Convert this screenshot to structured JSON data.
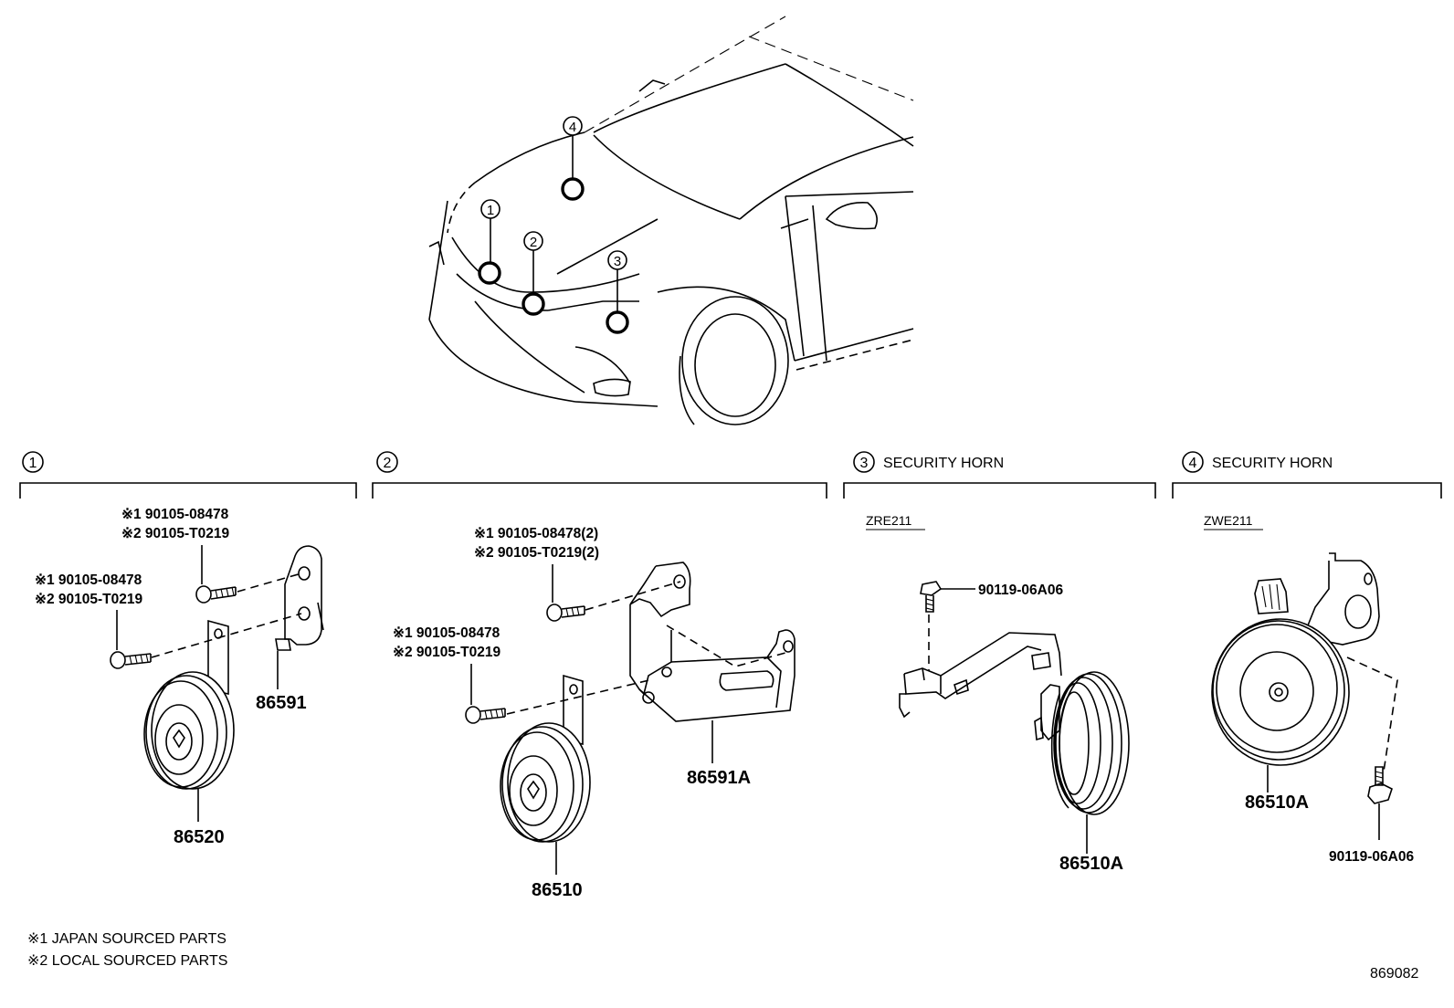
{
  "diagram": {
    "overview_markers": [
      "1",
      "2",
      "3",
      "4"
    ],
    "sections": [
      {
        "id": "1",
        "title": "",
        "model": "",
        "parts": [
          "86520",
          "86591"
        ],
        "bolts": [
          {
            "line1": "※1 90105-08478",
            "line2": "※2 90105-T0219"
          },
          {
            "line1": "※1 90105-08478",
            "line2": "※2 90105-T0219"
          }
        ]
      },
      {
        "id": "2",
        "title": "",
        "model": "",
        "parts": [
          "86510",
          "86591A"
        ],
        "bolts": [
          {
            "line1": "※1 90105-08478(2)",
            "line2": "※2 90105-T0219(2)"
          },
          {
            "line1": "※1 90105-08478",
            "line2": "※2 90105-T0219"
          }
        ]
      },
      {
        "id": "3",
        "title": "SECURITY HORN",
        "model": "ZRE211",
        "parts": [
          "86510A"
        ],
        "bolts": [
          {
            "line1": "90119-06A06"
          }
        ]
      },
      {
        "id": "4",
        "title": "SECURITY HORN",
        "model": "ZWE211",
        "parts": [
          "86510A"
        ],
        "bolts": [
          {
            "line1": "90119-06A06"
          }
        ]
      }
    ],
    "notes": [
      "※1 JAPAN SOURCED PARTS",
      "※2 LOCAL SOURCED PARTS"
    ],
    "diagram_number": "869082"
  }
}
